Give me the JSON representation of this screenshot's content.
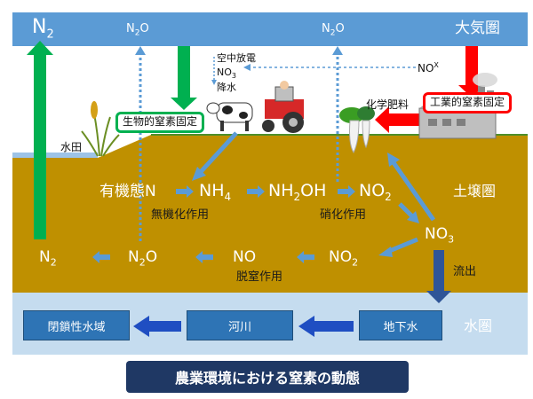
{
  "atmosphere": {
    "n2": "N",
    "n2_sub": "2",
    "n2o_left": "N",
    "n2o_left_sub": "2",
    "n2o_left_o": "O",
    "n2o_right": "N",
    "n2o_right_sub": "2",
    "n2o_right_o": "O",
    "label": "大気圏"
  },
  "process": {
    "lightning": "空中放電",
    "no3_air": "NO",
    "no3_air_sub": "3",
    "rain": "降水",
    "nox": "NO",
    "nox_sup": "X",
    "fertilizer": "化学肥料",
    "biological_fixation": "生物的窒素固定",
    "industrial_fixation": "工業的窒素固定",
    "paddy": "水田"
  },
  "soil": {
    "label": "土壌圏",
    "organic_n": "有機態N",
    "nh4": "NH",
    "nh4_sub": "4",
    "nh2oh": "NH",
    "nh2oh_sub": "2",
    "nh2oh_oh": "OH",
    "no2_top": "NO",
    "no2_top_sub": "2",
    "no3": "NO",
    "no3_sub": "3",
    "mineralization": "無機化作用",
    "nitrification": "硝化作用",
    "denitrification": "脱窒作用",
    "no2_bottom": "NO",
    "no2_bottom_sub": "2",
    "no": "NO",
    "n2o": "N",
    "n2o_sub": "2",
    "n2o_o": "O",
    "n2": "N",
    "n2_sub": "2",
    "runoff": "流出"
  },
  "water": {
    "label": "水圏",
    "groundwater": "地下水",
    "river": "河川",
    "closed_water": "閉鎖性水域"
  },
  "title": "農業環境における窒素の動態",
  "colors": {
    "sky": "#5b9bd5",
    "soil": "#bf9000",
    "water": "#c5dcef",
    "box": "#2e74b5",
    "green": "#00b050",
    "red": "#ff0000",
    "arrow_blue": "#5b9bd5",
    "dark_arrow": "#2f5597",
    "title_bg": "#1f3864"
  }
}
